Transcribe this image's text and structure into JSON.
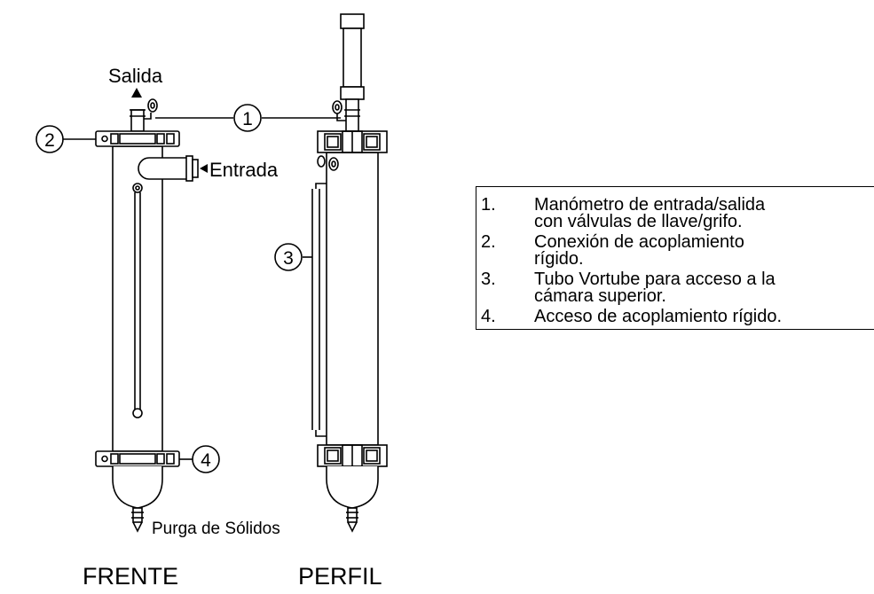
{
  "labels": {
    "salida": "Salida",
    "entrada": "Entrada",
    "purga": "Purga de Sólidos",
    "frente": "FRENTE",
    "perfil": "PERFIL"
  },
  "callouts": [
    "1",
    "2",
    "3",
    "4"
  ],
  "legend": [
    {
      "num": "1.",
      "text": "Manómetro de entrada/salida\ncon válvulas de llave/grifo."
    },
    {
      "num": "2.",
      "text": "Conexión de acoplamiento\nrígido."
    },
    {
      "num": "3.",
      "text": "Tubo Vortube para acceso a la\ncámara superior."
    },
    {
      "num": "4.",
      "text": "Acceso de acoplamiento rígido."
    }
  ]
}
